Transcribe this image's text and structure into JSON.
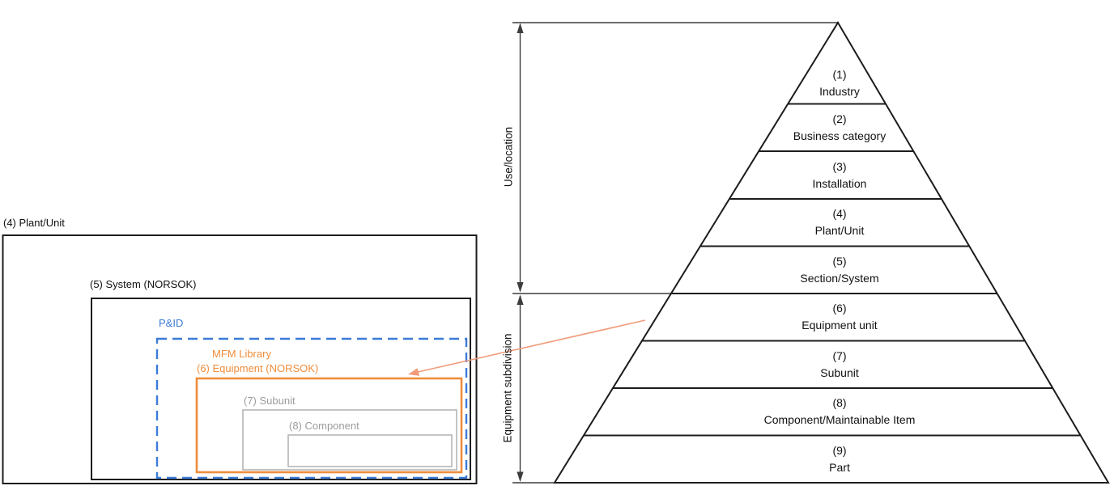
{
  "left_diagram": {
    "plant_unit_label": "(4) Plant/Unit",
    "system_label": "(5) System (NORSOK)",
    "pid_label": "P&ID",
    "mfm_library_label": "MFM Library",
    "equipment_label": "(6) Equipment (NORSOK)",
    "subunit_label": "(7) Subunit",
    "component_label": "(8) Component"
  },
  "axis": {
    "use_location_label": "Use/location",
    "equipment_subdivision_label": "Equipment subdivision"
  },
  "pyramid": {
    "levels": [
      {
        "number": "(1)",
        "label": "Industry"
      },
      {
        "number": "(2)",
        "label": "Business category"
      },
      {
        "number": "(3)",
        "label": "Installation"
      },
      {
        "number": "(4)",
        "label": "Plant/Unit"
      },
      {
        "number": "(5)",
        "label": "Section/System"
      },
      {
        "number": "(6)",
        "label": "Equipment unit"
      },
      {
        "number": "(7)",
        "label": "Subunit"
      },
      {
        "number": "(8)",
        "label": "Component/Maintainable Item"
      },
      {
        "number": "(9)",
        "label": "Part"
      }
    ]
  },
  "colors": {
    "blue": "#3a7bd8",
    "orange": "#ef8d3c",
    "arrow": "#f19b7b",
    "gray_line": "#b5b5b5",
    "gray_text": "#9c9c9c",
    "ink": "#1c1c1c",
    "measure": "#3d3d3d"
  }
}
